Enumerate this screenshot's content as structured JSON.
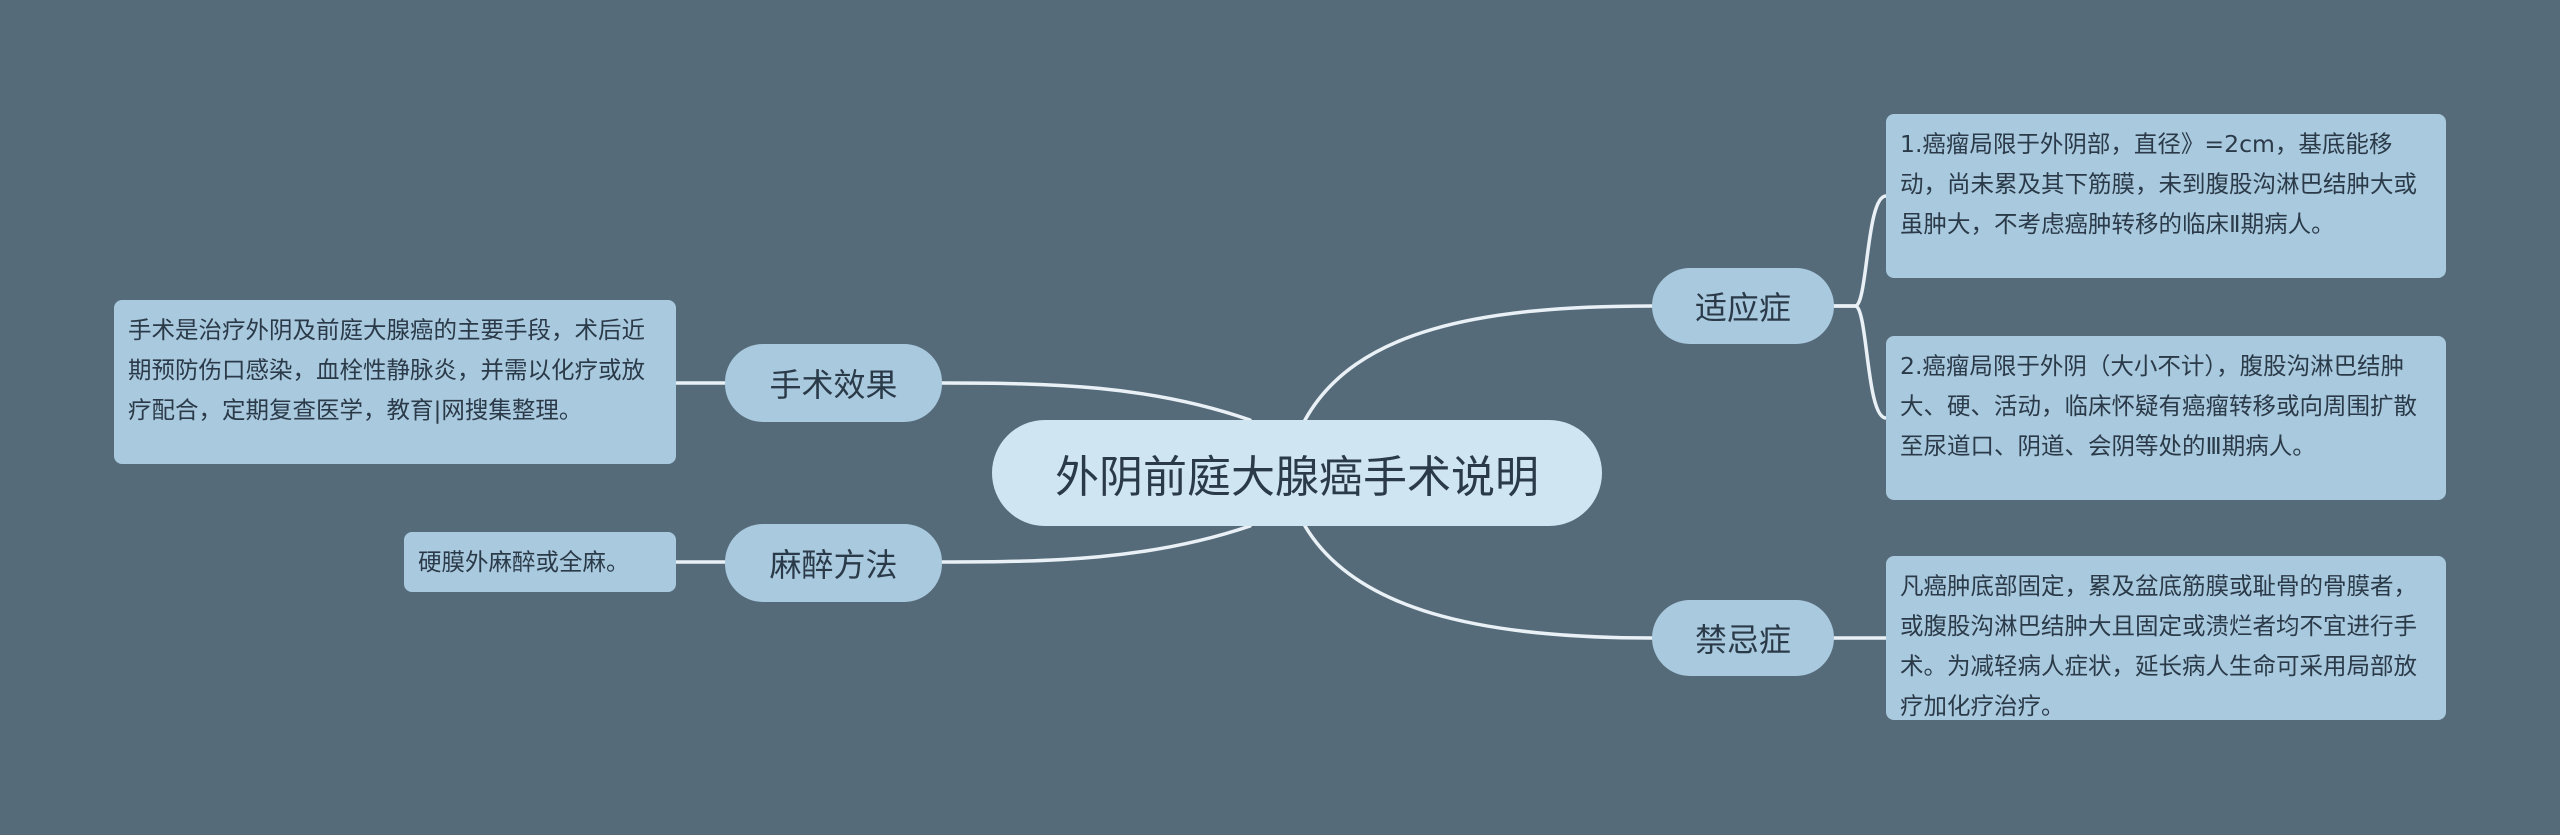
{
  "colors": {
    "background": "#566b7a",
    "central_fill": "#cfe5f2",
    "node_fill": "#a9c9de",
    "connector": "#e9f1f6",
    "text": "#2b3a48"
  },
  "central": {
    "title": "外阴前庭大腺癌手术说明"
  },
  "branches": {
    "indications": {
      "label": "适应症",
      "leaves": [
        "1.癌瘤局限于外阴部，直径》=2cm，基底能移动，尚未累及其下筋膜，未到腹股沟淋巴结肿大或虽肿大，不考虑癌肿转移的临床Ⅱ期病人。",
        "2.癌瘤局限于外阴（大小不计），腹股沟淋巴结肿大、硬、活动，临床怀疑有癌瘤转移或向周围扩散至尿道口、阴道、会阴等处的Ⅲ期病人。"
      ]
    },
    "contraindications": {
      "label": "禁忌症",
      "leaves": [
        "凡癌肿底部固定，累及盆底筋膜或耻骨的骨膜者，或腹股沟淋巴结肿大且固定或溃烂者均不宜进行手术。为减轻病人症状，延长病人生命可采用局部放疗加化疗治疗。"
      ]
    },
    "effect": {
      "label": "手术效果",
      "leaves": [
        "手术是治疗外阴及前庭大腺癌的主要手段，术后近期预防伤口感染，血栓性静脉炎，并需以化疗或放疗配合，定期复查医学，教育|网搜集整理。"
      ]
    },
    "anesthesia": {
      "label": "麻醉方法",
      "leaves": [
        "硬膜外麻醉或全麻。"
      ]
    }
  }
}
